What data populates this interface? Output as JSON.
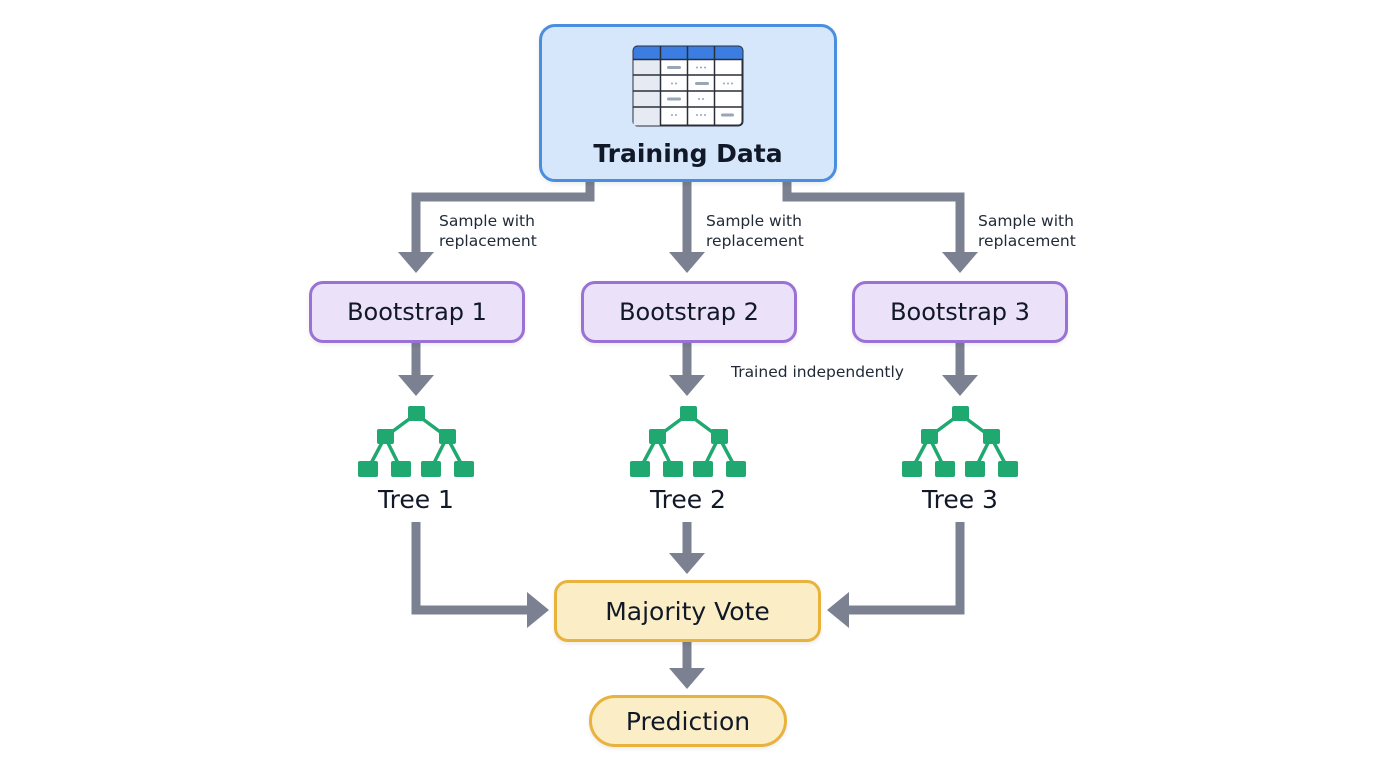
{
  "colors": {
    "arrow": "#7b8190",
    "tree_green": "#1fa870",
    "training_border": "#4a8ee0",
    "training_fill": "#d6e6fb",
    "table_header": "#3b7de0",
    "bootstrap_border": "#9a72d6",
    "bootstrap_fill": "#ebe1f9",
    "vote_border": "#e8b23c",
    "vote_fill": "#fbeec6"
  },
  "training": {
    "title": "Training Data",
    "icon": "table-icon"
  },
  "edges": {
    "sample_label_line1": "Sample with",
    "sample_label_line2": "replacement",
    "trained_label": "Trained independently"
  },
  "bootstraps": [
    "Bootstrap 1",
    "Bootstrap 2",
    "Bootstrap 3"
  ],
  "trees": {
    "labels": [
      "Tree 1",
      "Tree 2",
      "Tree 3"
    ],
    "icon": "decision-tree-icon"
  },
  "aggregate": {
    "label": "Majority Vote"
  },
  "output": {
    "label": "Prediction"
  }
}
